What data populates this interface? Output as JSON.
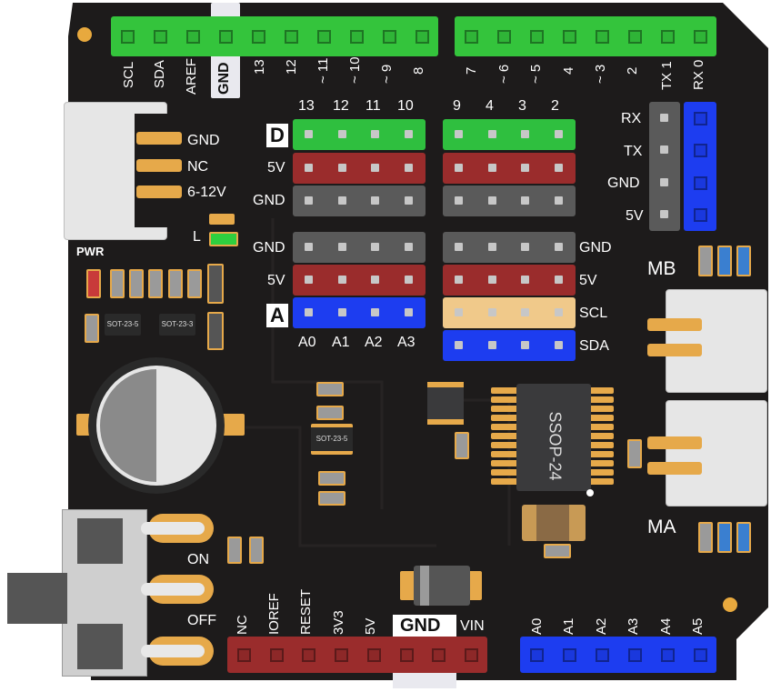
{
  "board": {
    "digital_header_left": [
      "SCL",
      "SDA",
      "AREF",
      "GND",
      "13",
      "12",
      "~ 11",
      "~ 10",
      "~ 9",
      "8"
    ],
    "digital_header_right": [
      "7",
      "~ 6",
      "~ 5",
      "4",
      "~ 3",
      "2",
      "TX 1",
      "RX 0"
    ],
    "power_header": [
      "NC",
      "IOREF",
      "RESET",
      "3V3",
      "5V",
      "GND",
      "VIN"
    ],
    "analog_header": [
      "A0",
      "A1",
      "A2",
      "A3",
      "A4",
      "A5"
    ],
    "power_in": {
      "gnd": "GND",
      "nc": "NC",
      "vin": "6-12V"
    },
    "led_label": "L",
    "pwr_label": "PWR",
    "digital_block": {
      "cols_left": [
        "13",
        "12",
        "11",
        "10"
      ],
      "cols_right": [
        "9",
        "4",
        "3",
        "2"
      ],
      "row_sig": "D",
      "row_5v": "5V",
      "row_gnd": "GND"
    },
    "analog_block": {
      "row_gnd": "GND",
      "row_5v": "5V",
      "row_sig": "A",
      "cols": [
        "A0",
        "A1",
        "A2",
        "A3"
      ]
    },
    "i2c_block": {
      "gnd": "GND",
      "v5": "5V",
      "scl": "SCL",
      "sda": "SDA"
    },
    "uart_block": {
      "rx": "RX",
      "tx": "TX",
      "gnd": "GND",
      "v5": "5V"
    },
    "motor_b": "MB",
    "motor_a": "MA",
    "chip_label": "SSOP-24",
    "switch": {
      "on": "ON",
      "off": "OFF"
    },
    "sot_labels": [
      "SOT-23-5",
      "SOT-23-3",
      "SOT-23-5"
    ]
  },
  "colors": {
    "pcb": "#1d1b1b",
    "green": "#2fbf3f",
    "red": "#9a2c2c",
    "gray": "#5a5a5a",
    "blue": "#1d3df0",
    "tan": "#f0c98a",
    "gold": "#e6a94a"
  }
}
